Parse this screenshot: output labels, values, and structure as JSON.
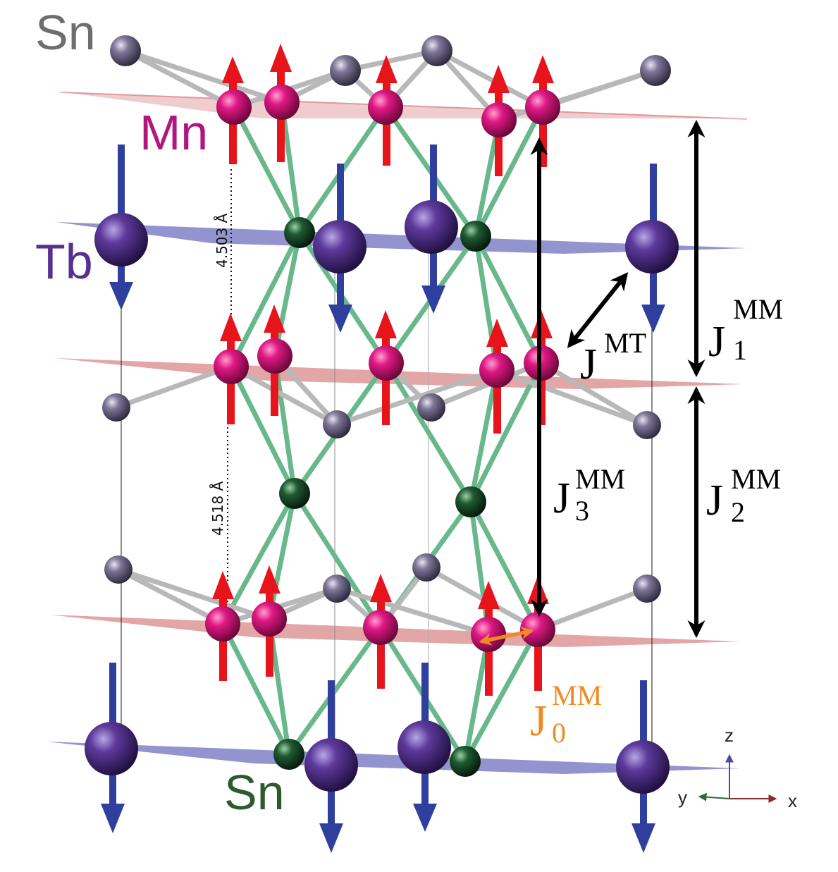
{
  "labels": {
    "sn_top": "Sn",
    "mn": "Mn",
    "tb": "Tb",
    "sn_bottom": "Sn"
  },
  "distances": {
    "upper": "4.503 Å",
    "lower": "4.518 Å"
  },
  "couplings": {
    "j1": {
      "base": "J",
      "sub": "1",
      "sup": "MM"
    },
    "j2": {
      "base": "J",
      "sub": "2",
      "sup": "MM"
    },
    "j3": {
      "base": "J",
      "sub": "3",
      "sup": "MM"
    },
    "j0": {
      "base": "J",
      "sub": "0",
      "sup": "MM"
    },
    "jmt": {
      "base": "J",
      "sup": "MT"
    }
  },
  "axes": {
    "z": "z",
    "y": "y",
    "x": "x"
  },
  "colors": {
    "mn_atom": "#d1107a",
    "mn_moment": "#e8141c",
    "mn_plane": "#c0393c",
    "tb_atom": "#5a3a96",
    "tb_moment": "#2e3f9e",
    "tb_plane": "#3a3aa8",
    "sn_gray_atom": "#7a7490",
    "sn_green_atom": "#1e4a2a",
    "sn_green_bond": "#69b88c",
    "gray_bond": "#b8b8b8",
    "j0_arrow": "#f08a24",
    "label_gray": "#6e6e70",
    "label_mn": "#b0167e",
    "label_tb": "#55308f",
    "label_sn_green": "#2d5a2e"
  }
}
